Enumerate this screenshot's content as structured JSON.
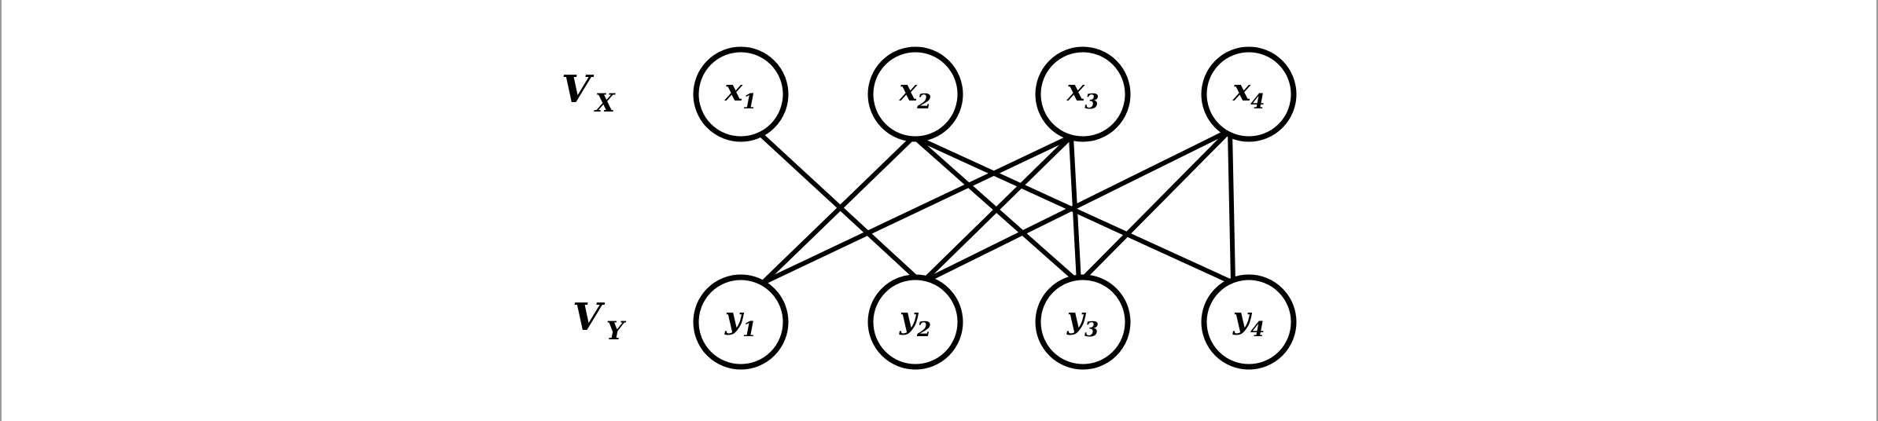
{
  "diagram": {
    "set_labels": {
      "top": {
        "main": "V",
        "sub": "X"
      },
      "bottom": {
        "main": "V",
        "sub": "Y"
      }
    },
    "top_nodes": [
      {
        "id": "x1",
        "main": "x",
        "sub": "1"
      },
      {
        "id": "x2",
        "main": "x",
        "sub": "2"
      },
      {
        "id": "x3",
        "main": "x",
        "sub": "3"
      },
      {
        "id": "x4",
        "main": "x",
        "sub": "4"
      }
    ],
    "bottom_nodes": [
      {
        "id": "y1",
        "main": "y",
        "sub": "1"
      },
      {
        "id": "y2",
        "main": "y",
        "sub": "2"
      },
      {
        "id": "y3",
        "main": "y",
        "sub": "3"
      },
      {
        "id": "y4",
        "main": "y",
        "sub": "4"
      }
    ],
    "edges": [
      {
        "from": "x1",
        "to": "y2"
      },
      {
        "from": "x2",
        "to": "y1"
      },
      {
        "from": "x2",
        "to": "y3"
      },
      {
        "from": "x2",
        "to": "y4"
      },
      {
        "from": "x3",
        "to": "y1"
      },
      {
        "from": "x3",
        "to": "y2"
      },
      {
        "from": "x3",
        "to": "y3"
      },
      {
        "from": "x4",
        "to": "y2"
      },
      {
        "from": "x4",
        "to": "y3"
      },
      {
        "from": "x4",
        "to": "y4"
      }
    ]
  }
}
